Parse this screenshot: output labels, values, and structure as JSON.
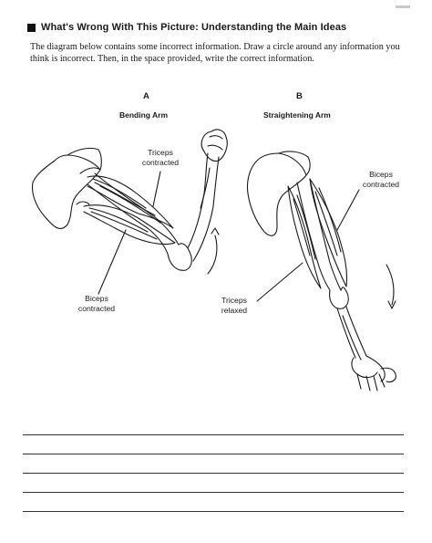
{
  "header": {
    "title": "What's Wrong With This Picture:  Understanding the Main Ideas"
  },
  "instructions": "The diagram below contains some incorrect information. Draw a circle around any information you think is incorrect. Then, in the space provided, write the correct information.",
  "panels": [
    {
      "letter": "A",
      "title": "Bending Arm"
    },
    {
      "letter": "B",
      "title": "Straightening Arm"
    }
  ],
  "labels": {
    "a_triceps": {
      "line1": "Triceps",
      "line2": "contracted"
    },
    "a_biceps": {
      "line1": "Biceps",
      "line2": "contracted"
    },
    "b_biceps": {
      "line1": "Biceps",
      "line2": "contracted"
    },
    "b_triceps": {
      "line1": "Triceps",
      "line2": "relaxed"
    }
  }
}
